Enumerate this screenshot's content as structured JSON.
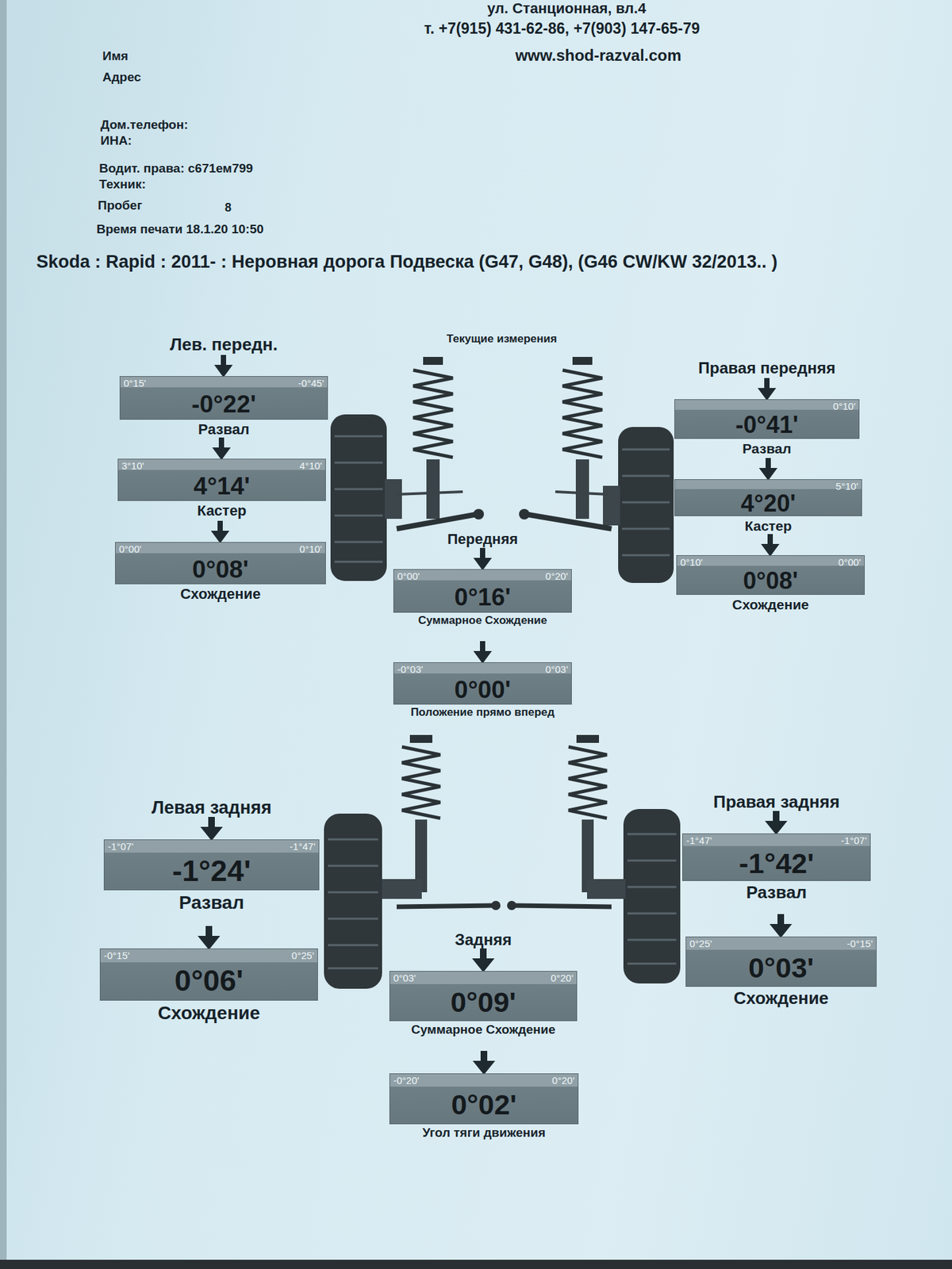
{
  "diagram": {
    "title": "Skoda : Rapid : 2011- : Неровная дорога Подвеска (G47, G48), (G46 CW/KW 32/2013.. )",
    "nodes": [
      {
        "text": [
          "Лев. передн.",
          "0°15'",
          "-0°22'",
          "-0°45'",
          "Развал"
        ]
      },
      {
        "text": [
          "3°10'",
          "4°14'",
          "4°10'",
          "Кастер"
        ]
      },
      {
        "text": [
          "0°00'",
          "0°08'",
          "0°10'",
          "Схождение"
        ]
      },
      {
        "text": [
          "Правая передняя",
          "-0°41'",
          "0°10'",
          "Развал"
        ]
      },
      {
        "text": [
          "4°20'",
          "5°10'",
          "Кастер"
        ]
      },
      {
        "text": [
          "0°10'",
          "0°08'",
          "0°00'",
          "Схождение"
        ]
      },
      {
        "text": [
          "Передняя",
          "0°00'",
          "0°16'",
          "0°20'",
          "Суммарное Схождение"
        ]
      },
      {
        "text": [
          "-0°03'",
          "0°00'",
          "0°03'",
          "Положение прямо вперед"
        ]
      },
      {
        "text": [
          "Левая задняя",
          "-1°07'",
          "-1°24'",
          "-1°47'",
          "Развал"
        ]
      },
      {
        "text": [
          "-0°15'",
          "0°06'",
          "0°25'",
          "Схождение"
        ]
      },
      {
        "text": [
          "Правая задняя",
          "-1°47'",
          "-1°42'",
          "-1°07'",
          "Развал"
        ]
      },
      {
        "text": [
          "0°25'",
          "0°03'",
          "-0°15'",
          "Схождение"
        ]
      },
      {
        "text": [
          "Задняя",
          "0°03'",
          "0°09'",
          "0°20'",
          "Суммарное Схождение"
        ]
      },
      {
        "text": [
          "-0°20'",
          "0°02'",
          "0°20'",
          "Угол тяги движения"
        ]
      }
    ],
    "labels": [
      "ул. Станционная, вл.4",
      "т. +7(915) 431-62-86, +7(903) 147-65-79",
      "www.shod-razval.com",
      "Имя",
      "Адрес",
      "Дом.телефон:",
      "ИНА:",
      "Водит. права: с671ем799",
      "Техник:",
      "Пробег",
      "8",
      "Время печати 18.1.20 10:50",
      "Текущие измерения"
    ]
  }
}
